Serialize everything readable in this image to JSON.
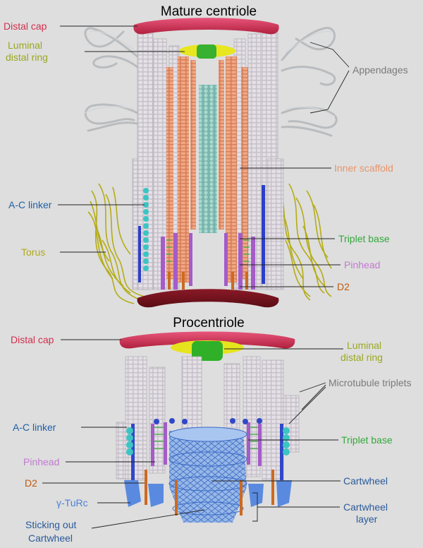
{
  "titles": {
    "mature": "Mature centriole",
    "pro": "Procentriole"
  },
  "mature_labels": {
    "distal_cap": "Distal cap",
    "luminal_ring_1": "Luminal",
    "luminal_ring_2": "distal ring",
    "appendages": "Appendages",
    "inner_scaffold": "Inner scaffold",
    "ac_linker": "A-C linker",
    "torus": "Torus",
    "triplet_base": "Triplet base",
    "pinhead": "Pinhead",
    "d2": "D2"
  },
  "pro_labels": {
    "distal_cap": "Distal cap",
    "luminal_ring_1": "Luminal",
    "luminal_ring_2": "distal ring",
    "microtubule_triplets": "Microtubule triplets",
    "ac_linker": "A-C linker",
    "triplet_base": "Triplet base",
    "pinhead": "Pinhead",
    "cartwheel": "Cartwheel",
    "d2": "D2",
    "gamma_turc": "γ-TuRc",
    "cartwheel_layer_1": "Cartwheel",
    "cartwheel_layer_2": "layer",
    "sticking_out_1": "Sticking out",
    "sticking_out_2": "Cartwheel"
  },
  "colors": {
    "distal_cap": "#d0304e",
    "luminal_ring": "#9aa81e",
    "appendages": "#7a7a7a",
    "inner_scaffold": "#e8946a",
    "ac_linker": "#1f5fa8",
    "torus": "#b0a820",
    "triplet_base": "#33a83a",
    "pinhead": "#c07ad0",
    "d2": "#c05a10",
    "microtubule_triplets": "#7a7a7a",
    "cartwheel": "#2a5a9a",
    "gamma_turc": "#4a80d8"
  }
}
